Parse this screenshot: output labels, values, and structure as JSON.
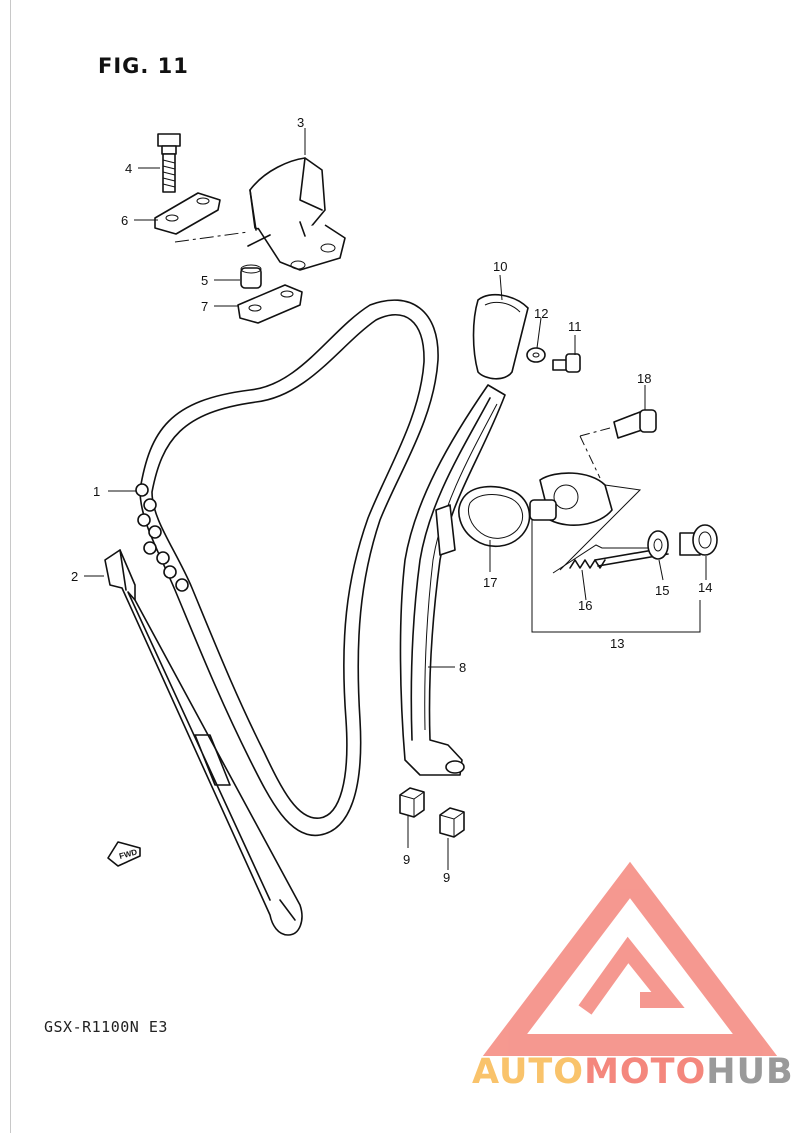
{
  "figure": {
    "title": "FIG. 11",
    "model": "GSX-R1100N E3"
  },
  "parts": [
    {
      "number": "1"
    },
    {
      "number": "2"
    },
    {
      "number": "3"
    },
    {
      "number": "4"
    },
    {
      "number": "5"
    },
    {
      "number": "6"
    },
    {
      "number": "7"
    },
    {
      "number": "8"
    },
    {
      "number": "9"
    },
    {
      "number": "9"
    },
    {
      "number": "10"
    },
    {
      "number": "11"
    },
    {
      "number": "12"
    },
    {
      "number": "13"
    },
    {
      "number": "14"
    },
    {
      "number": "15"
    },
    {
      "number": "16"
    },
    {
      "number": "17"
    },
    {
      "number": "18"
    }
  ],
  "direction_marker": {
    "text": "FWD"
  },
  "watermark": {
    "part1": "AUTO",
    "part2": "MOTO",
    "part3": "HUB",
    "colors": {
      "triangle": "#f4877d",
      "auto": "#f9c36b",
      "moto": "#f4877d",
      "hub": "#9a9a9a"
    }
  }
}
